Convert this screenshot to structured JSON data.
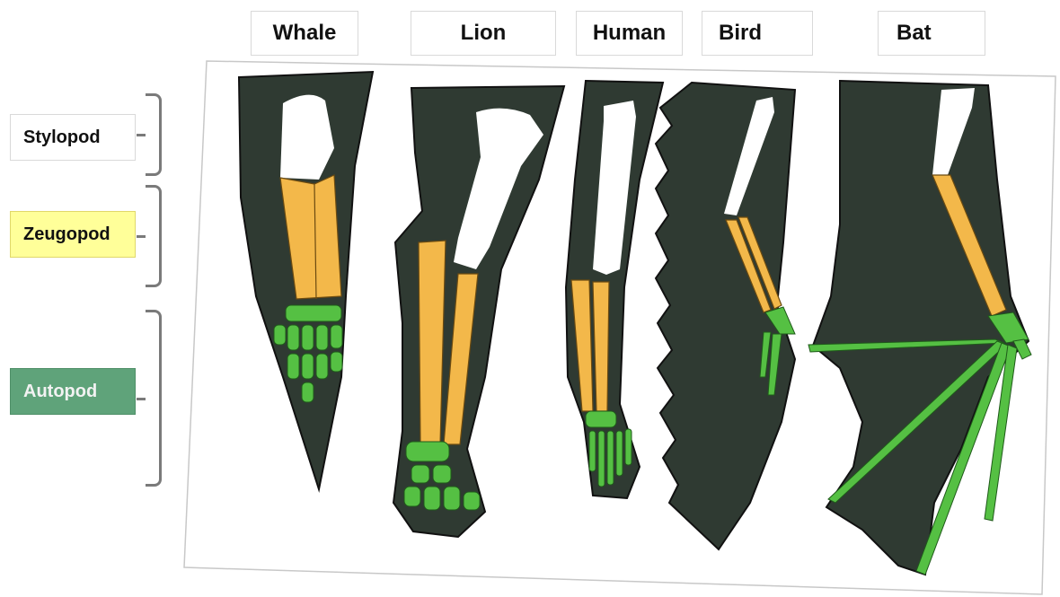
{
  "animals": [
    "Whale",
    "Lion",
    "Human",
    "Bird",
    "Bat"
  ],
  "regions": {
    "stylopod": {
      "label": "Stylopod",
      "color": "#ffffff"
    },
    "zeugopod": {
      "label": "Zeugopod",
      "color": "#ffff99"
    },
    "autopod": {
      "label": "Autopod",
      "color": "#5fa37a"
    }
  },
  "colors": {
    "limb_fill": "#2f3a32",
    "stylopod_bone": "#ffffff",
    "zeugopod_bone": "#f3b84a",
    "autopod_bone": "#55c043"
  }
}
